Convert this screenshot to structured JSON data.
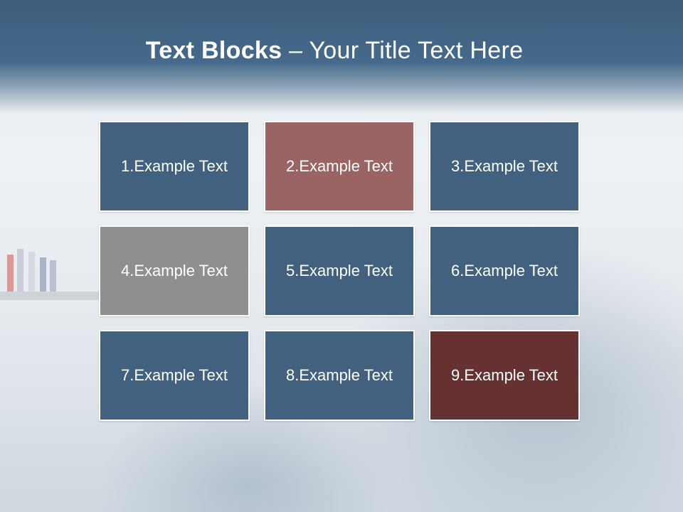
{
  "slide": {
    "title_bold": "Text Blocks",
    "title_separator": " – ",
    "title_rest": "Your Title Text Here"
  },
  "blocks": [
    {
      "label": "1.Example Text",
      "color": "#41617f"
    },
    {
      "label": "2.Example Text",
      "color": "#9a6464"
    },
    {
      "label": "3.Example Text",
      "color": "#41617f"
    },
    {
      "label": "4.Example Text",
      "color": "#8f8f8f"
    },
    {
      "label": "5.Example Text",
      "color": "#41617f"
    },
    {
      "label": "6.Example Text",
      "color": "#41617f"
    },
    {
      "label": "7.Example Text",
      "color": "#41617f"
    },
    {
      "label": "8.Example Text",
      "color": "#41617f"
    },
    {
      "label": "9.Example Text",
      "color": "#663131"
    }
  ]
}
